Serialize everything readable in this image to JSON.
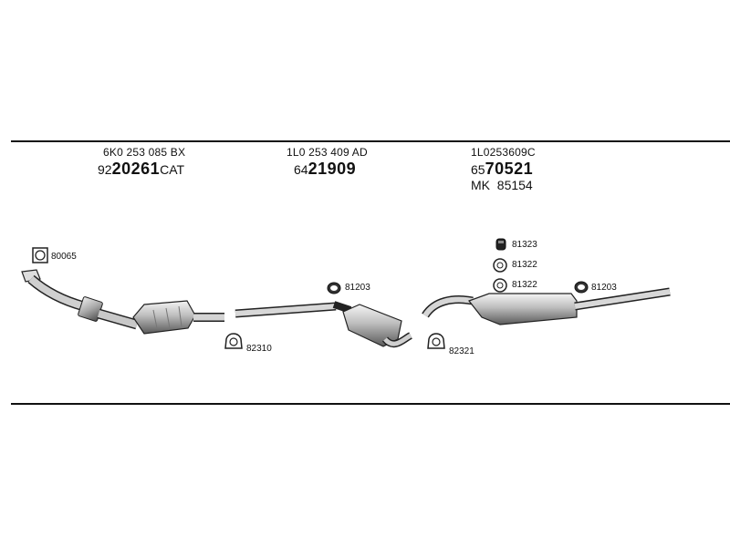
{
  "groups": [
    {
      "oem": "6K0 253 085 BX",
      "prefix": "92",
      "main": "20261",
      "suffix": "CAT"
    },
    {
      "oem": "1L0 253 409 AD",
      "prefix": "64",
      "main": "21909",
      "suffix": ""
    },
    {
      "oem": "1L0253609C",
      "prefix": "65",
      "main": "70521",
      "suffix": ""
    }
  ],
  "mk_label": "MK",
  "mk_number": "85154",
  "parts": {
    "gasket": "80065",
    "clamp_front": "82310",
    "ring_mid": "81203",
    "clamp_mid": "82321",
    "mount_top": "81323",
    "ring_a": "81322",
    "ring_b": "81322",
    "ring_rear": "81203"
  }
}
